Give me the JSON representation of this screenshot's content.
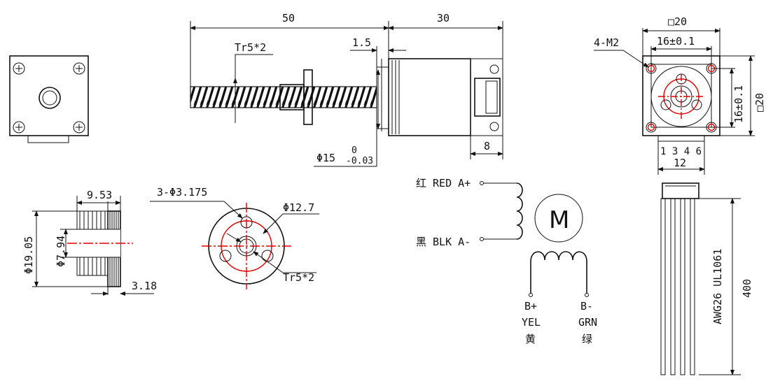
{
  "dimensions": {
    "screw_length": "50",
    "body_length": "30",
    "thread": "Tr5*2",
    "flange_offset": "1.5",
    "boss_dia": "Φ15",
    "boss_tol_upper": "0",
    "boss_tol_lower": "-0.03",
    "connector_width": "8",
    "square_top": "□20",
    "square_side": "□20",
    "mount_holes": "4-M2",
    "hole_spacing_h": "16±0.1",
    "hole_spacing_v": "16±0.1",
    "pin_numbers": "1 3 4 6",
    "pin_span": "12",
    "nut_length": "9.53",
    "nut_flange_dia": "Φ19.05",
    "nut_body_dia": "Φ7.94",
    "nut_flange_thk": "3.18",
    "nut_holes": "3-Φ3.175",
    "nut_pcd": "Φ12.7",
    "nut_thread": "Tr5*2",
    "cable_spec": "AWG26 UL1061",
    "cable_length": "400"
  },
  "wiring": {
    "a_plus": "红 RED A+",
    "a_minus": "黑 BLK A-",
    "motor_symbol": "M",
    "b_plus": "B+",
    "b_plus_color": "YEL",
    "b_plus_cn": "黄",
    "b_minus": "B-",
    "b_minus_color": "GRN",
    "b_minus_cn": "绿"
  },
  "colors": {
    "line": "#111111",
    "center_line": "#e00000"
  }
}
